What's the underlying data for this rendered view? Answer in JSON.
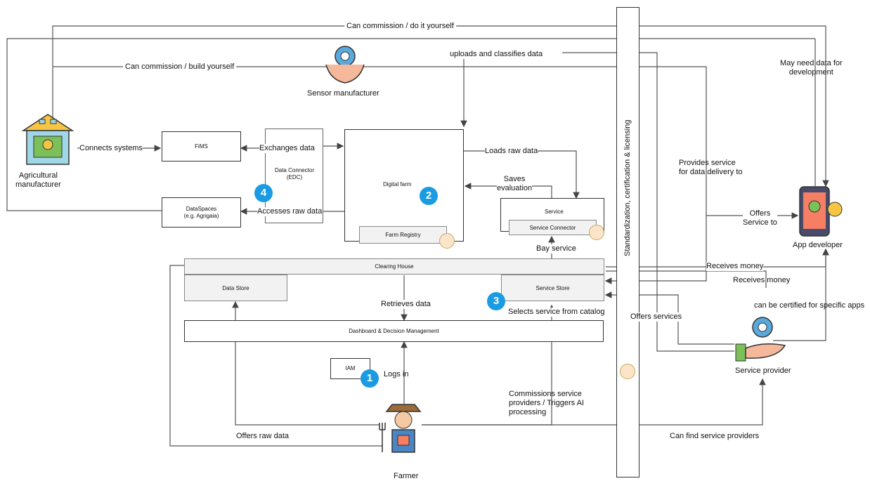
{
  "colors": {
    "badge": "#1a9be2",
    "line": "#444444",
    "box_fill": "#f2f2f2",
    "circle": "#fbe5c8"
  },
  "actors": {
    "agricultural_manufacturer": "Agricultural\nmanufacturer",
    "sensor_manufacturer": "Sensor manufacturer",
    "app_developer": "App developer",
    "service_provider": "Service provider",
    "farmer": "Farmer"
  },
  "boxes": {
    "fims": "FiMS",
    "dataspaces": "DataSpaces\n(e.g. Agrigaia)",
    "data_connector": "Data Connector\n(EDC)",
    "digital_farm": "Digital farm",
    "farm_registry": "Farm Registry",
    "service": "Service",
    "service_connector": "Service Connector",
    "clearing_house": "Clearing House",
    "data_store": "Data Store",
    "service_store": "Service Store",
    "dashboard": "Dashboard & Decision Management",
    "iam": "IAM",
    "standardization": "Standardization, certification & licensing"
  },
  "badges": {
    "b1": "1",
    "b2": "2",
    "b3": "3",
    "b4": "4"
  },
  "edges": {
    "can_commission_do": "Can commission / do it yourself",
    "can_commission_build": "Can commission / build yourself",
    "uploads_classifies": "uploads and classifies data",
    "may_need_data": "May need data for\ndevelopment",
    "connects_systems": "Connects systems",
    "exchanges_data": "Exchanges data",
    "accesses_raw": "Accesses raw data",
    "loads_raw": "Loads raw data",
    "saves_evaluation": "Saves\nevaluation",
    "bay_service": "Bay service",
    "provides_service": "Provides service\nfor data delivery to",
    "offers_service_to": "Offers\nService to",
    "receives_money_1": "Receives money",
    "receives_money_2": "Receives money",
    "can_be_certified": "can be certified for specific apps",
    "offers_services": "Offers services",
    "retrieves_data": "Retrieves data",
    "selects_service": "Selects service from catalog",
    "logs_in": "Logs in",
    "commissions": "Commissions service\nproviders / Triggers AI\nprocessing",
    "offers_raw": "Offers raw data",
    "can_find": "Can find service providers"
  }
}
